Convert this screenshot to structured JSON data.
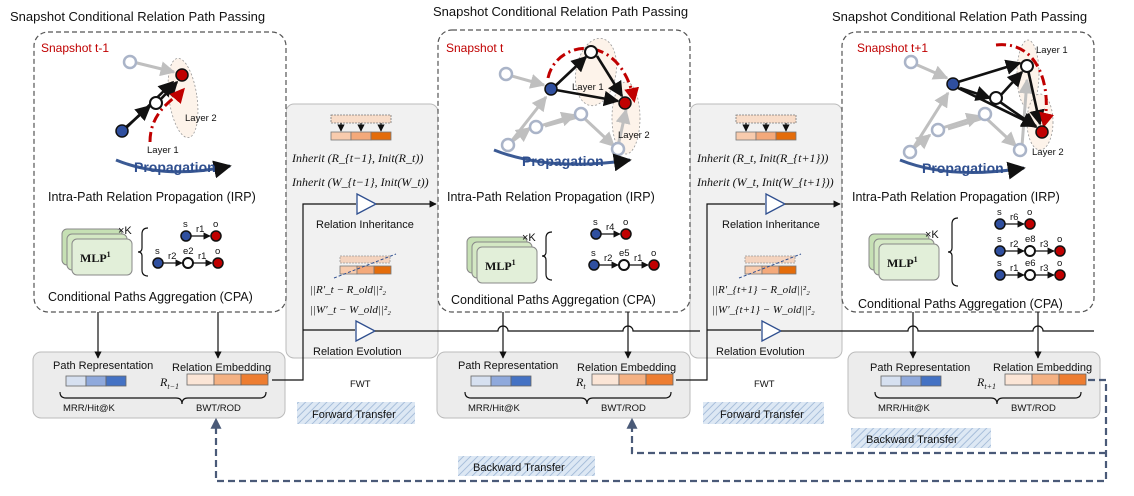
{
  "snapshots": [
    {
      "header": "Snapshot Conditional Relation Path Passing",
      "label": "Snapshot t-1",
      "layers": [
        "Layer 2",
        "Layer 1"
      ],
      "propagation": "Propagation",
      "irp": "Intra-Path Relation Propagation (IRP)",
      "cpa": "Conditional Paths Aggregation (CPA)",
      "mlp": "MLP",
      "mlp_sup": "1",
      "times_k": "×K",
      "paths": [
        {
          "s": "s",
          "rels": [
            "r1"
          ],
          "o": "o"
        },
        {
          "s": "s",
          "rels": [
            "r2",
            "r1"
          ],
          "mid": [
            "e2"
          ],
          "o": "o"
        }
      ],
      "path_rep": "Path Representation",
      "rel_emb": "Relation Embedding",
      "r_sym": "R",
      "r_sub": "t−1",
      "metric1": "MRR/Hit@K",
      "metric2": "BWT/ROD"
    },
    {
      "header": "Snapshot Conditional Relation Path Passing",
      "label": "Snapshot t",
      "layers": [
        "Layer 1",
        "Layer 2"
      ],
      "propagation": "Propagation",
      "irp": "Intra-Path Relation Propagation (IRP)",
      "cpa": "Conditional Paths Aggregation (CPA)",
      "mlp": "MLP",
      "mlp_sup": "1",
      "times_k": "×K",
      "paths": [
        {
          "s": "s",
          "rels": [
            "r4"
          ],
          "o": "o"
        },
        {
          "s": "s",
          "rels": [
            "r2",
            "r1"
          ],
          "mid": [
            "e5"
          ],
          "o": "o"
        }
      ],
      "path_rep": "Path Representation",
      "rel_emb": "Relation Embedding",
      "r_sym": "R",
      "r_sub": "t",
      "metric1": "MRR/Hit@K",
      "metric2": "BWT/ROD"
    },
    {
      "header": "Snapshot Conditional Relation Path Passing",
      "label": "Snapshot t+1",
      "layers": [
        "Layer 1",
        "Layer 2"
      ],
      "propagation": "Propagation",
      "irp": "Intra-Path Relation Propagation (IRP)",
      "cpa": "Conditional Paths Aggregation (CPA)",
      "mlp": "MLP",
      "mlp_sup": "1",
      "times_k": "×K",
      "paths": [
        {
          "s": "s",
          "rels": [
            "r6"
          ],
          "o": "o"
        },
        {
          "s": "s",
          "rels": [
            "r2",
            "r3"
          ],
          "mid": [
            "e8"
          ],
          "o": "o"
        },
        {
          "s": "s",
          "rels": [
            "r1",
            "r3"
          ],
          "mid": [
            "e6"
          ],
          "o": "o"
        }
      ],
      "path_rep": "Path Representation",
      "rel_emb": "Relation Embedding",
      "r_sym": "R",
      "r_sub": "t+1",
      "metric1": "MRR/Hit@K",
      "metric2": "BWT/ROD"
    }
  ],
  "bridges": [
    {
      "inherit1": "Inherit (R_{t−1}, Init(R_t))",
      "inherit2": "Inherit (W_{t−1}, Init(W_t))",
      "inheritance": "Relation Inheritance",
      "loss1": "||R′_t − R_old||²₂",
      "loss2": "||W′_t − W_old||²₂",
      "evolution": "Relation Evolution"
    },
    {
      "inherit1": "Inherit (R_t, Init(R_{t+1}))",
      "inherit2": "Inherit (W_t, Init(W_{t+1}))",
      "inheritance": "Relation Inheritance",
      "loss1": "||R′_{t+1} − R_old||²₂",
      "loss2": "||W′_{t+1} − W_old||²₂",
      "evolution": "Relation Evolution"
    }
  ],
  "fwt": "FWT",
  "forward_transfer": "Forward Transfer",
  "backward_transfer": "Backward Transfer"
}
